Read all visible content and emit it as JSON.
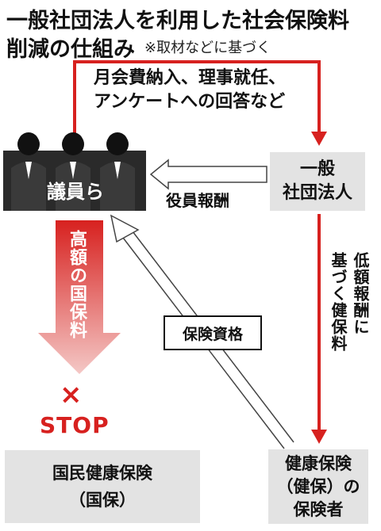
{
  "title": {
    "line1": "一般社団法人を利用した社会保険料",
    "line2": "削減の仕組み",
    "note": "※取材などに基づく"
  },
  "nodes": {
    "members": "議員ら",
    "association_line1": "一般",
    "association_line2": "社団法人",
    "insured_line1": "健康保険",
    "insured_line2": "（健保）の",
    "insured_line3": "保険者",
    "nhi_line1": "国民健康保険",
    "nhi_line2": "（国保）"
  },
  "edges": {
    "loop_line1": "月会費納入、理事就任、",
    "loop_line2": "アンケートへの回答など",
    "salary": "役員報酬",
    "low_premium_col1": "低額報酬に",
    "low_premium_col2": "基づく健保料",
    "qualification": "保険資格",
    "high_premium": "高額の国保料",
    "cross": "×",
    "stop": "STOP"
  },
  "colors": {
    "red": "#d7211f",
    "dark": "#2a2a2a",
    "box_gray": "#e3e3e3"
  }
}
